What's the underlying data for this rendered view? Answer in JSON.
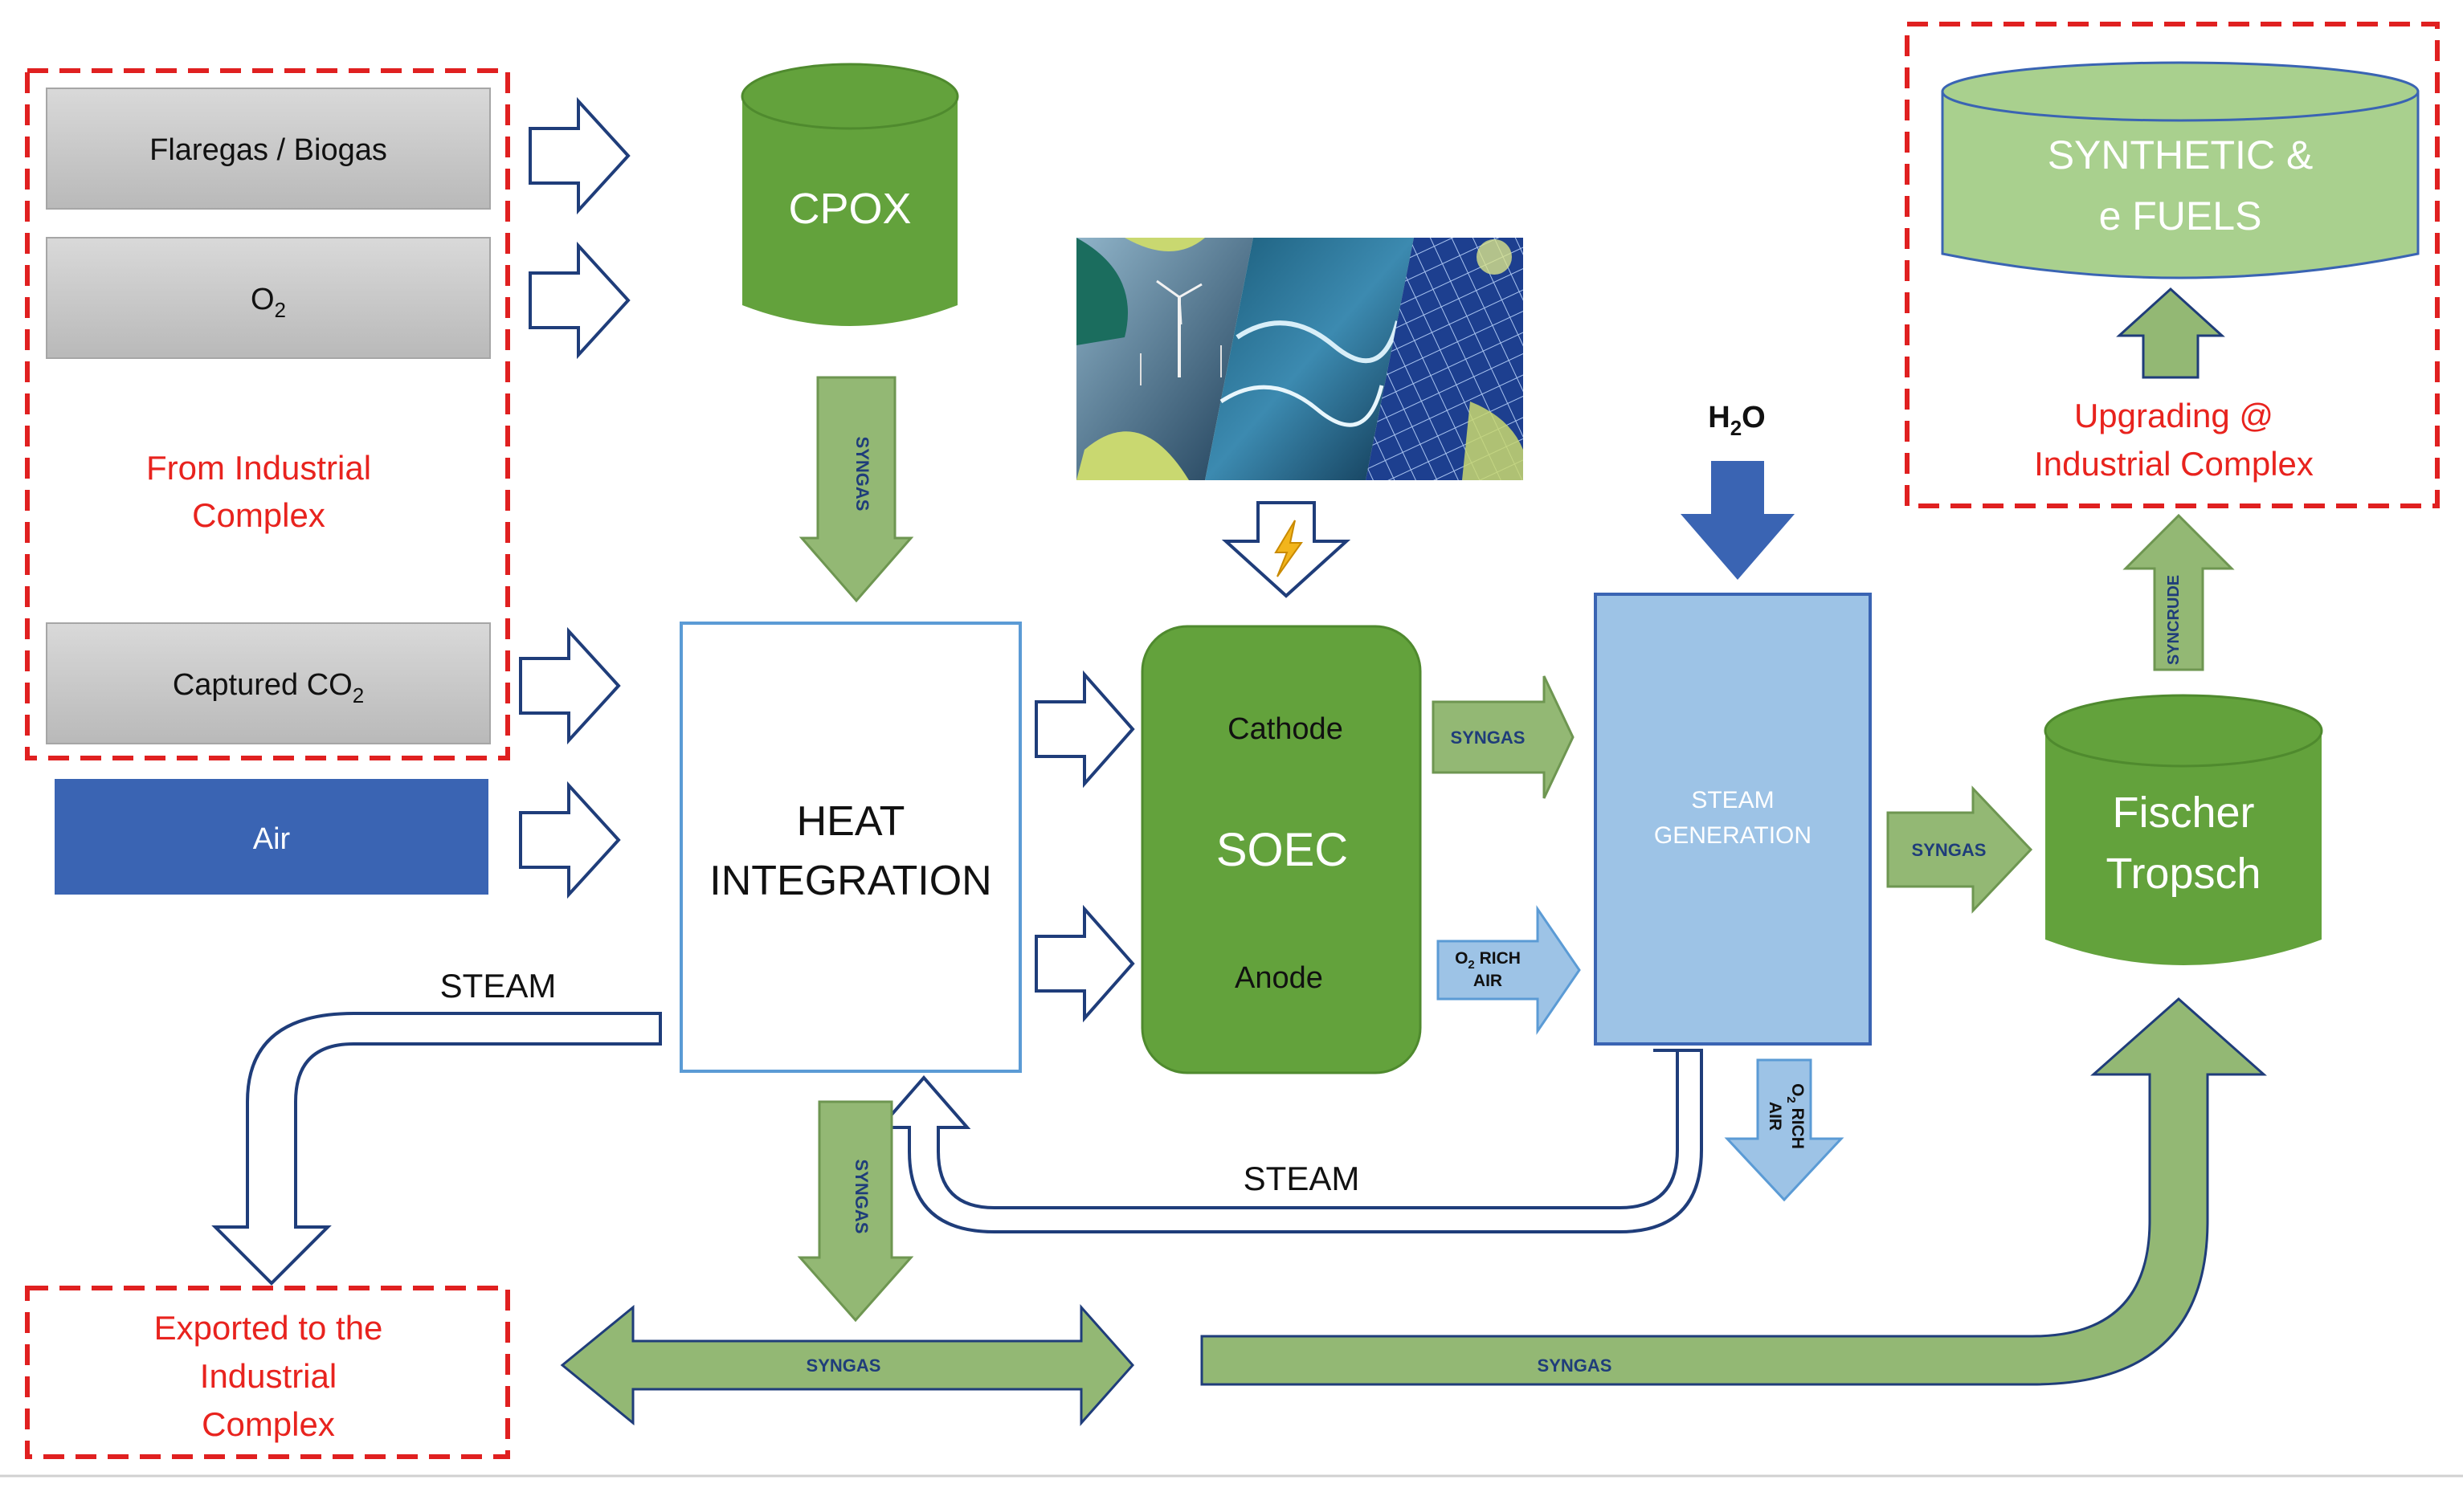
{
  "inputs": {
    "flaregas": "Flaregas / Biogas",
    "o2_base": "O",
    "o2_sub": "2",
    "captured_co2_base": "Captured CO",
    "captured_co2_sub": "2",
    "air": "Air",
    "industrial_note_line1": "From Industrial",
    "industrial_note_line2": "Complex"
  },
  "units": {
    "cpox": "CPOX",
    "heat_integration_line1": "HEAT",
    "heat_integration_line2": "INTEGRATION",
    "soec_cathode": "Cathode",
    "soec": "SOEC",
    "soec_anode": "Anode",
    "steam_generation_line1": "STEAM",
    "steam_generation_line2": "GENERATION",
    "fischer_line1": "Fischer",
    "fischer_line2": "Tropsch",
    "fuels_line1": "SYNTHETIC &",
    "fuels_line2": "e FUELS"
  },
  "notes": {
    "upgrading_line1": "Upgrading @",
    "upgrading_line2": "Industrial Complex",
    "exported_line1": "Exported to the",
    "exported_line2": "Industrial",
    "exported_line3": "Complex"
  },
  "flows": {
    "syngas": "SYNGAS",
    "syncrude": "SYNCRUDE",
    "steam": "STEAM",
    "h2o_base": "H",
    "h2o_sub": "2",
    "h2o_end": "O",
    "o2_rich_o": "O",
    "o2_rich_sub": "2",
    "o2_rich_word": " RICH",
    "air_word": "AIR"
  },
  "colors": {
    "green_unit": "#63a23c",
    "light_green": "#a9d08e",
    "arrow_green": "#93b874",
    "blue_air": "#3a64b3",
    "steam_gen_blue": "#9dc3e6",
    "outline_navy": "#1f3d7a",
    "red_dashed": "#e02020",
    "red_text": "#e8231e",
    "gray_box": "#c8c8c8"
  },
  "icons": {
    "renewables": "renewable-energy-photo",
    "lightning": "lightning-icon"
  }
}
